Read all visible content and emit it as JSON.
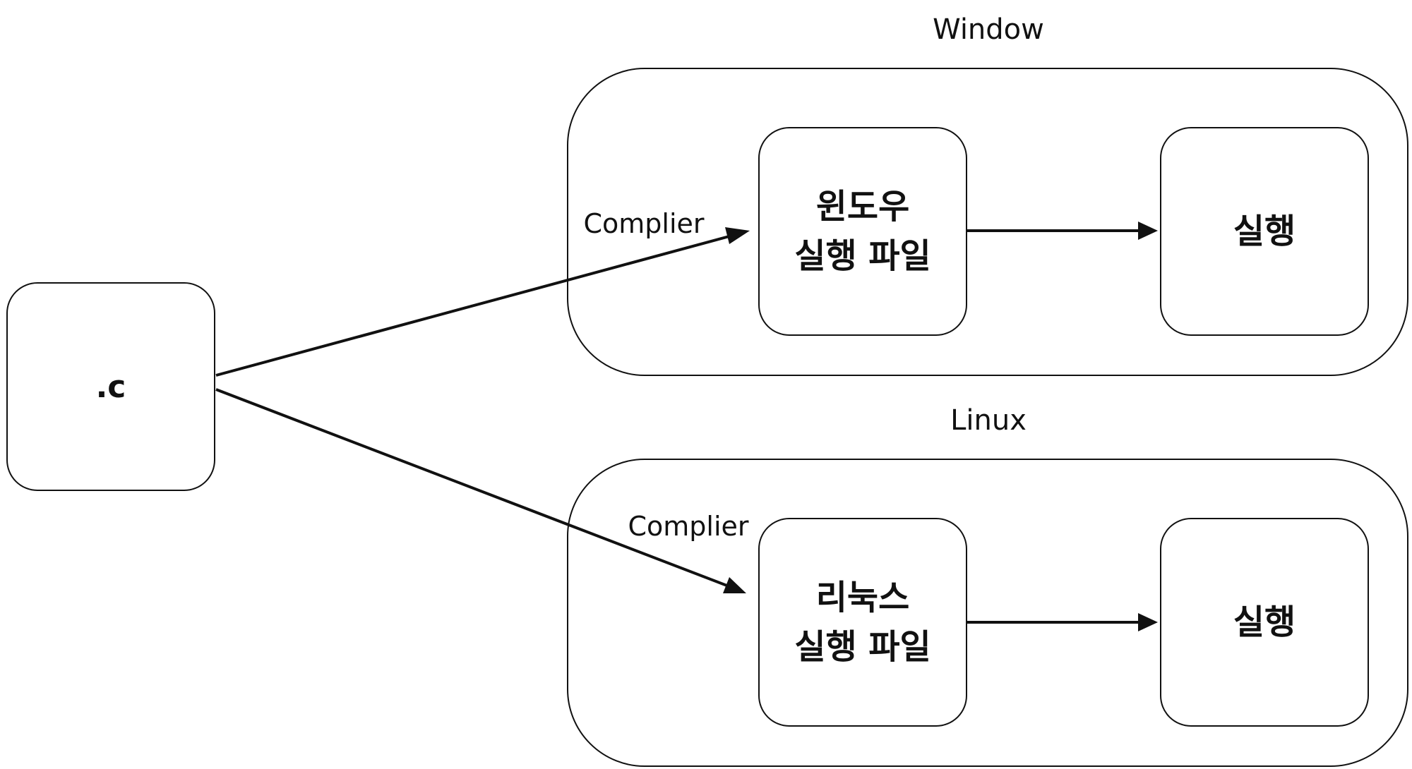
{
  "source": {
    "label": ".c"
  },
  "groups": [
    {
      "title": "Window",
      "executable": {
        "line1": "윈도우",
        "line2": "실행 파일"
      },
      "run": {
        "label": "실행"
      },
      "compile_label": "Complier"
    },
    {
      "title": "Linux",
      "executable": {
        "line1": "리눅스",
        "line2": "실행 파일"
      },
      "run": {
        "label": "실행"
      },
      "compile_label": "Complier"
    }
  ]
}
